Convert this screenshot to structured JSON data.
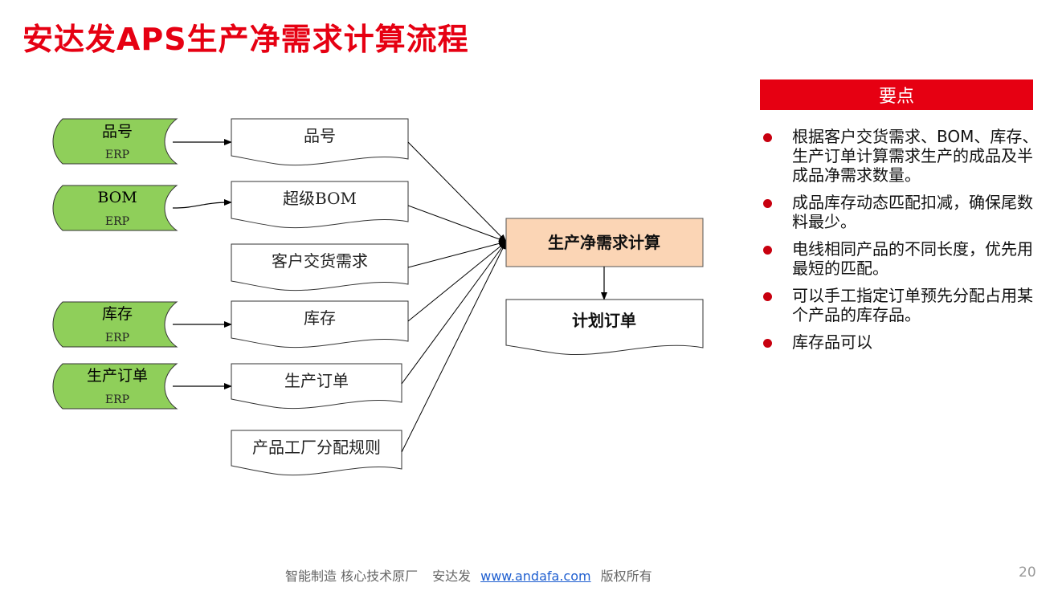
{
  "title": "安达发APS生产净需求计算流程",
  "diagram": {
    "sources": [
      {
        "label": "品号",
        "sub": "ERP"
      },
      {
        "label": "BOM",
        "sub": "ERP"
      },
      {
        "label": "库存",
        "sub": "ERP"
      },
      {
        "label": "生产订单",
        "sub": "ERP"
      }
    ],
    "documents": [
      {
        "label": "品号"
      },
      {
        "label": "超级BOM"
      },
      {
        "label": "客户交货需求"
      },
      {
        "label": "库存"
      },
      {
        "label": "生产订单"
      },
      {
        "label": "产品工厂分配规则"
      }
    ],
    "process": {
      "label": "生产净需求计算"
    },
    "output": {
      "label": "计划订单"
    }
  },
  "key_points": {
    "header": "要点",
    "items": [
      "根据客户交货需求、BOM、库存、生产订单计算需求生产的成品及半成品净需求数量。",
      "成品库存动态匹配扣减，确保尾数料最少。",
      "电线相同产品的不同长度，优先用最短的匹配。",
      "可以手工指定订单预先分配占用某个产品的库存品。",
      "库存品可以"
    ]
  },
  "footer": {
    "slogan": "智能制造 核心技术原厂",
    "company": "安达发",
    "website": "www.andafa.com",
    "rights": "版权所有"
  },
  "page_number": "20",
  "colors": {
    "accent": "#e60012",
    "source_fill": "#8fcf5a",
    "process_fill": "#fbd5b5",
    "bullet": "#c8000f"
  }
}
